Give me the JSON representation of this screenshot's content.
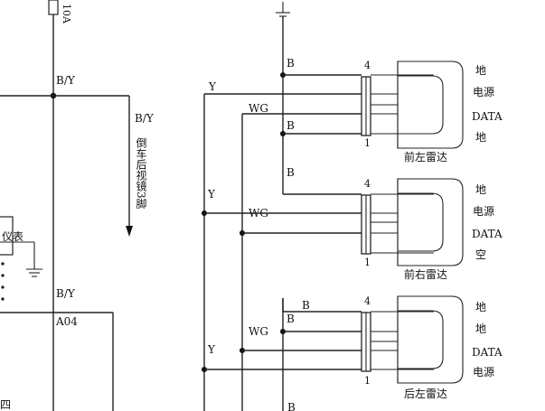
{
  "left": {
    "fuse_label": "10A",
    "wire_top": "B/Y",
    "branch_wire": "B/Y",
    "branch_dest": "倒车后视镜3脚",
    "module_label": "仪表",
    "wire_bottom": "B/Y",
    "connector": "A04"
  },
  "ground_label": "",
  "bus": {
    "y": "Y",
    "wg": "WG",
    "b": "B"
  },
  "sensors": [
    {
      "name": "前左雷达",
      "pin_top": "4",
      "pin_bottom": "1",
      "wire_top": "B",
      "wire_mid": "B",
      "wire_y": "Y",
      "wire_wg": "WG",
      "pins": [
        "地",
        "电源",
        "DATA",
        "地"
      ]
    },
    {
      "name": "前右雷达",
      "pin_top": "4",
      "pin_bottom": "1",
      "wire_top": "B",
      "wire_y": "Y",
      "wire_wg": "WG",
      "pins": [
        "地",
        "电源",
        "DATA",
        "空"
      ]
    },
    {
      "name": "后左雷达",
      "pin_top": "4",
      "pin_bottom": "1",
      "wire_top": "B",
      "wire_mid": "B",
      "wire_y": "Y",
      "wire_wg": "WG",
      "pins": [
        "地",
        "地",
        "DATA",
        "电源"
      ]
    }
  ],
  "bottom_wire": "B"
}
